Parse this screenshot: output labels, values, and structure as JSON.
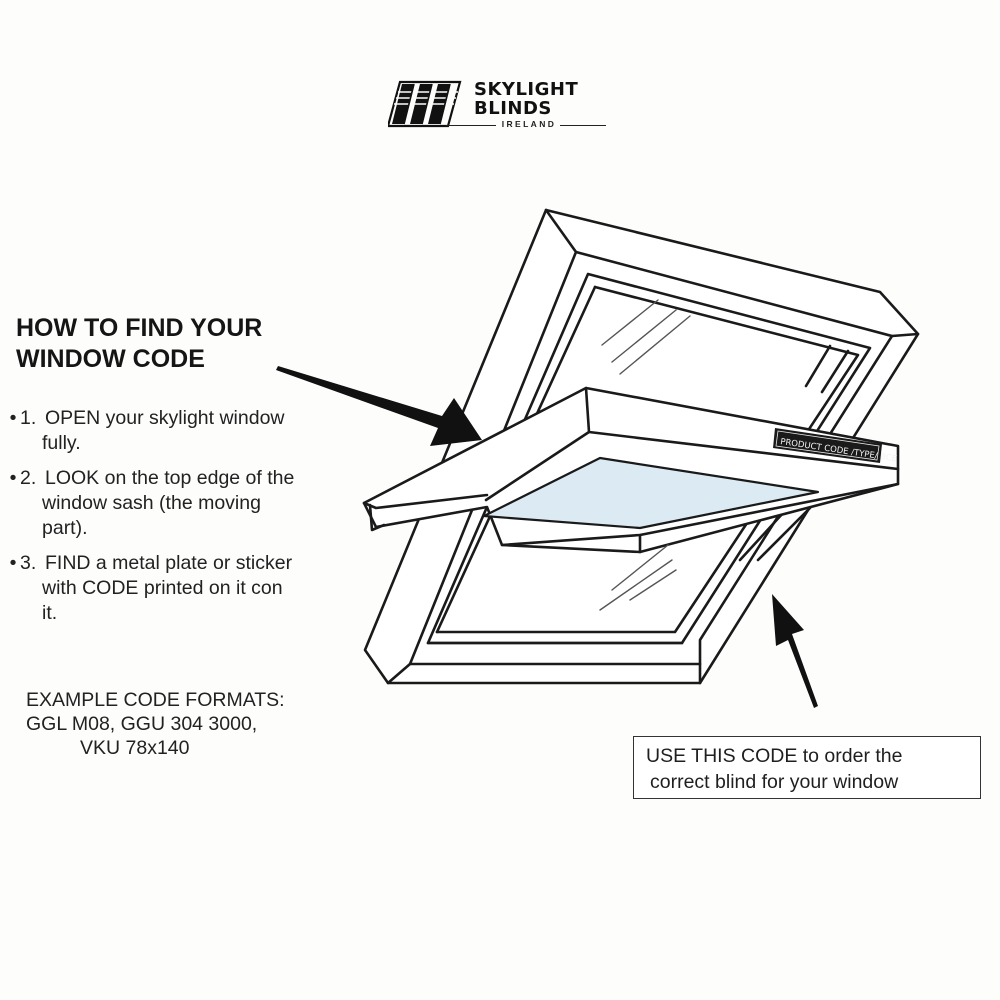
{
  "logo": {
    "line1": "SKYLIGHT",
    "line2": "BLINDS",
    "subline": "IRELAND"
  },
  "heading": {
    "line1": "HOW TO FIND YOUR",
    "line2": "WINDOW CODE"
  },
  "steps": [
    {
      "bullet": "•",
      "number": "1.",
      "line1": "OPEN your skylight window",
      "line2": "fully."
    },
    {
      "bullet": "•",
      "number": "2.",
      "line1": "LOOK on the top edge of the",
      "line2": "window sash (the moving",
      "line3": "part)."
    },
    {
      "bullet": "•",
      "number": "3.",
      "line1": "FIND a metal plate or sticker",
      "line2": "with CODE printed on it con",
      "line3": "it."
    }
  ],
  "examples": {
    "title": "EXAMPLE CODE FORMATS:",
    "line2": "GGL M08, GGU 304 3000,",
    "line3": "VKU 78x140"
  },
  "plate": {
    "text": "PRODUCT CODE /TYPE/ BCE"
  },
  "callout": {
    "line1": "USE THIS CODE to order the",
    "line2": "correct blind for your window"
  },
  "colors": {
    "line": "#1a1a1a",
    "glass": "#dcebf3",
    "plate": "#1a1a1a",
    "background": "#fdfdfc"
  }
}
